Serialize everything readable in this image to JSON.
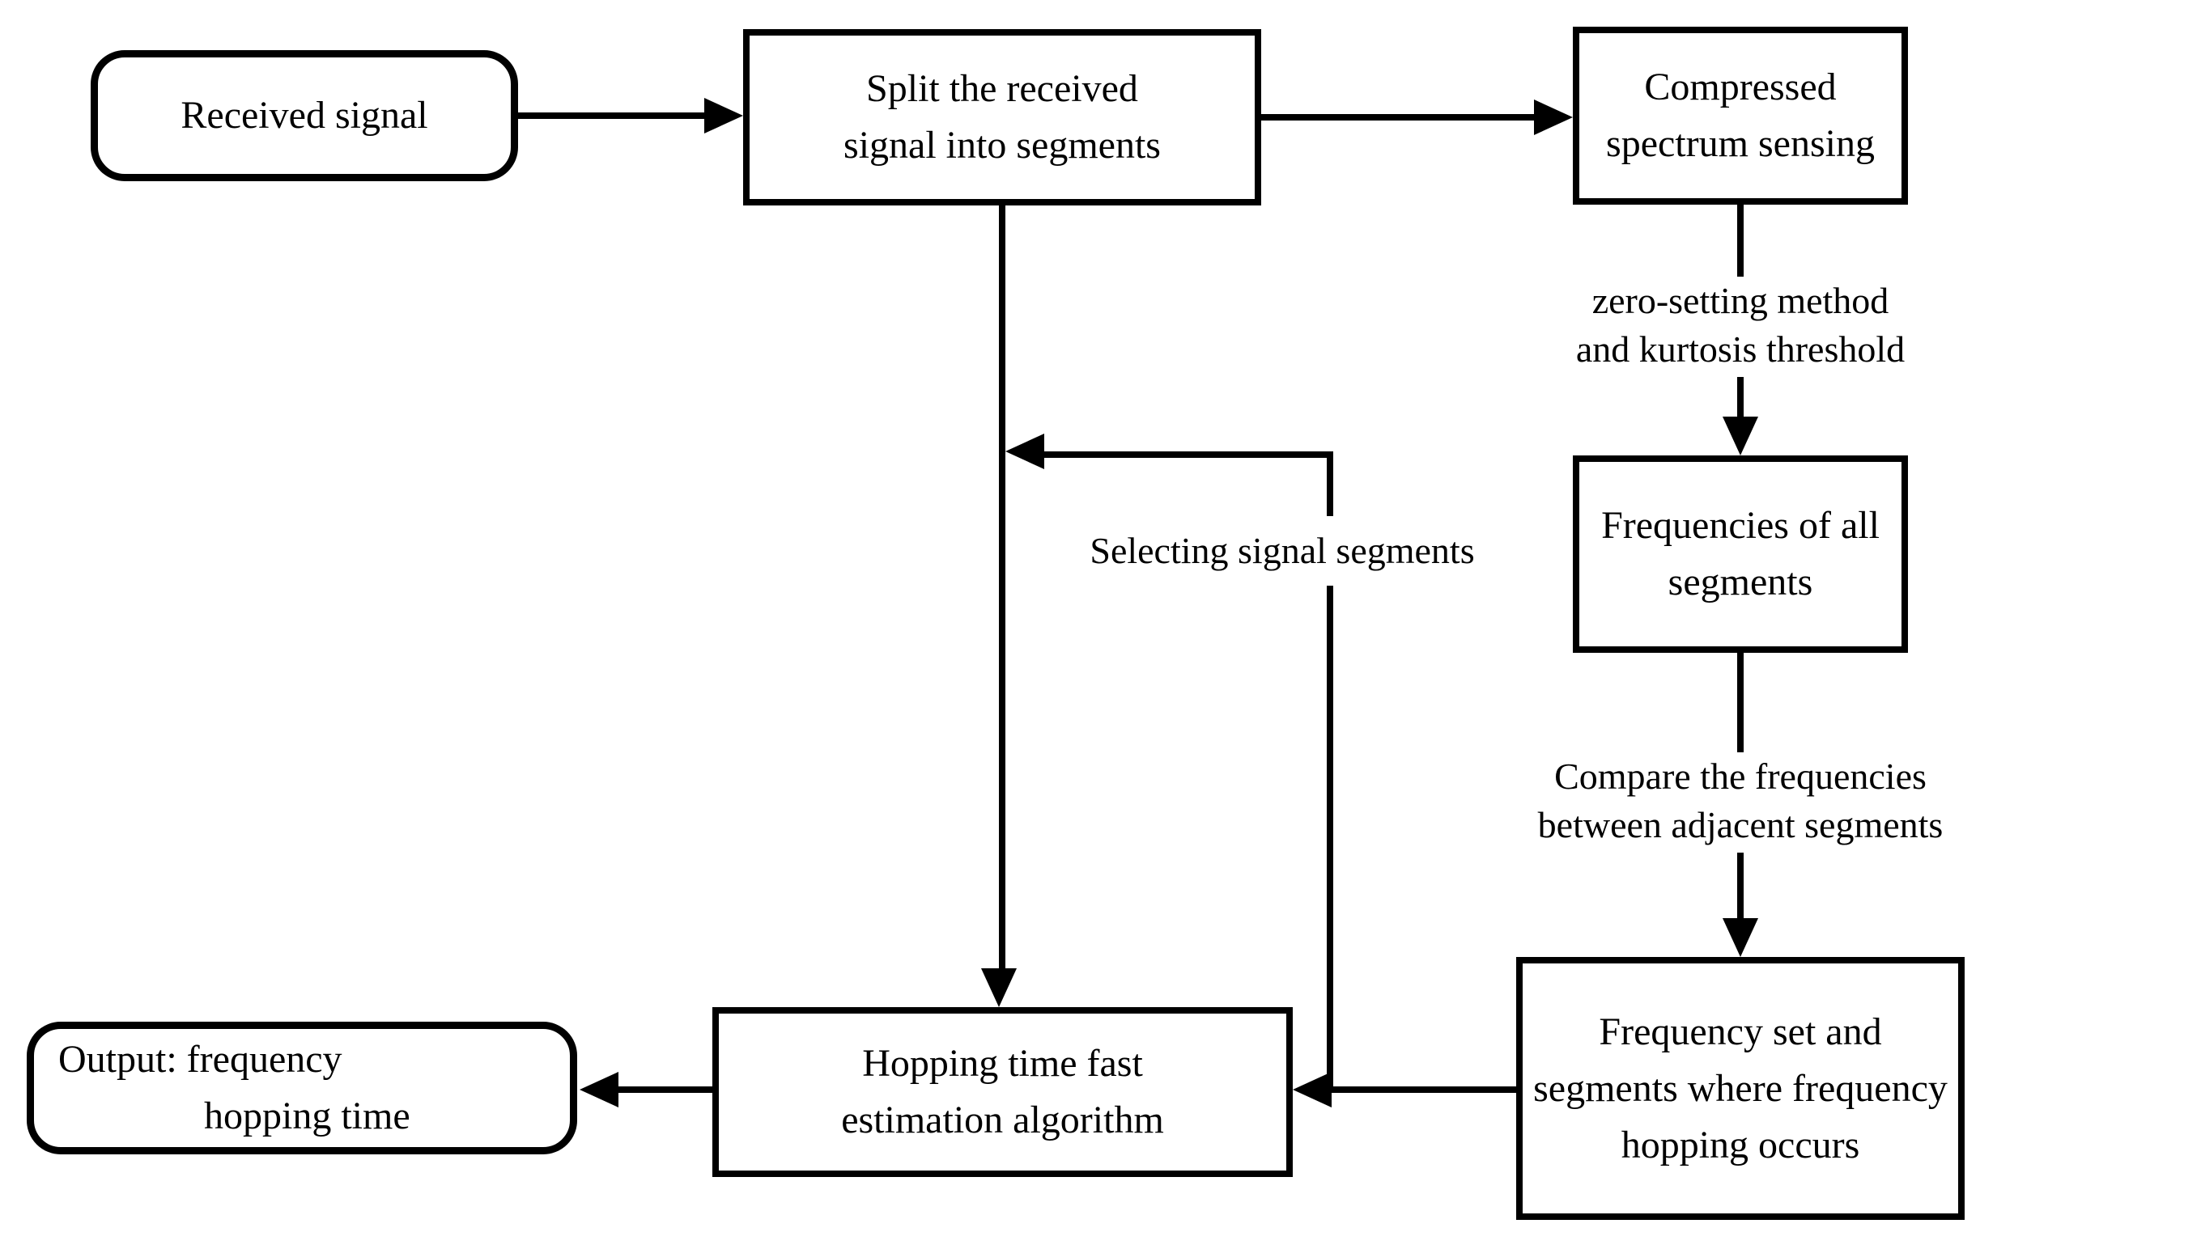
{
  "figure": {
    "type": "flowchart",
    "background_color": "#ffffff",
    "line_color": "#000000",
    "text_color": "#000000"
  },
  "nodes": {
    "received": {
      "shape": "rounded",
      "label": "Received signal"
    },
    "split": {
      "shape": "rect",
      "lines": [
        "Split the received",
        "signal into segments"
      ]
    },
    "compressed": {
      "shape": "rect",
      "lines": [
        "Compressed",
        "spectrum sensing"
      ]
    },
    "frequencies": {
      "shape": "rect",
      "lines": [
        "Frequencies of all",
        "segments"
      ]
    },
    "freqset": {
      "shape": "rect",
      "lines": [
        "Frequency set and",
        "segments where frequency",
        "hopping occurs"
      ]
    },
    "hopping": {
      "shape": "rect",
      "lines": [
        "Hopping time fast",
        "estimation algorithm"
      ]
    },
    "output": {
      "shape": "rounded",
      "lines": [
        "Output: frequency",
        "hopping time"
      ]
    }
  },
  "edge_labels": {
    "zero_setting": {
      "lines": [
        "zero-setting method",
        "and kurtosis threshold"
      ]
    },
    "compare": {
      "lines": [
        "Compare the frequencies",
        "between adjacent segments"
      ]
    },
    "selecting": {
      "text": "Selecting signal segments"
    }
  },
  "edges": [
    {
      "from": "received",
      "to": "split",
      "type": "arrow"
    },
    {
      "from": "split",
      "to": "compressed",
      "type": "arrow"
    },
    {
      "from": "compressed",
      "to": "frequencies",
      "type": "arrow",
      "label": "zero_setting"
    },
    {
      "from": "frequencies",
      "to": "freqset",
      "type": "arrow",
      "label": "compare"
    },
    {
      "from": "freqset",
      "to": "hopping",
      "type": "arrow"
    },
    {
      "from": "split",
      "to": "hopping",
      "type": "arrow"
    },
    {
      "from": "freqset-hopping-connector",
      "to": "split-hopping-line",
      "type": "feedback-arrow",
      "label": "selecting"
    },
    {
      "from": "hopping",
      "to": "output",
      "type": "arrow"
    }
  ]
}
